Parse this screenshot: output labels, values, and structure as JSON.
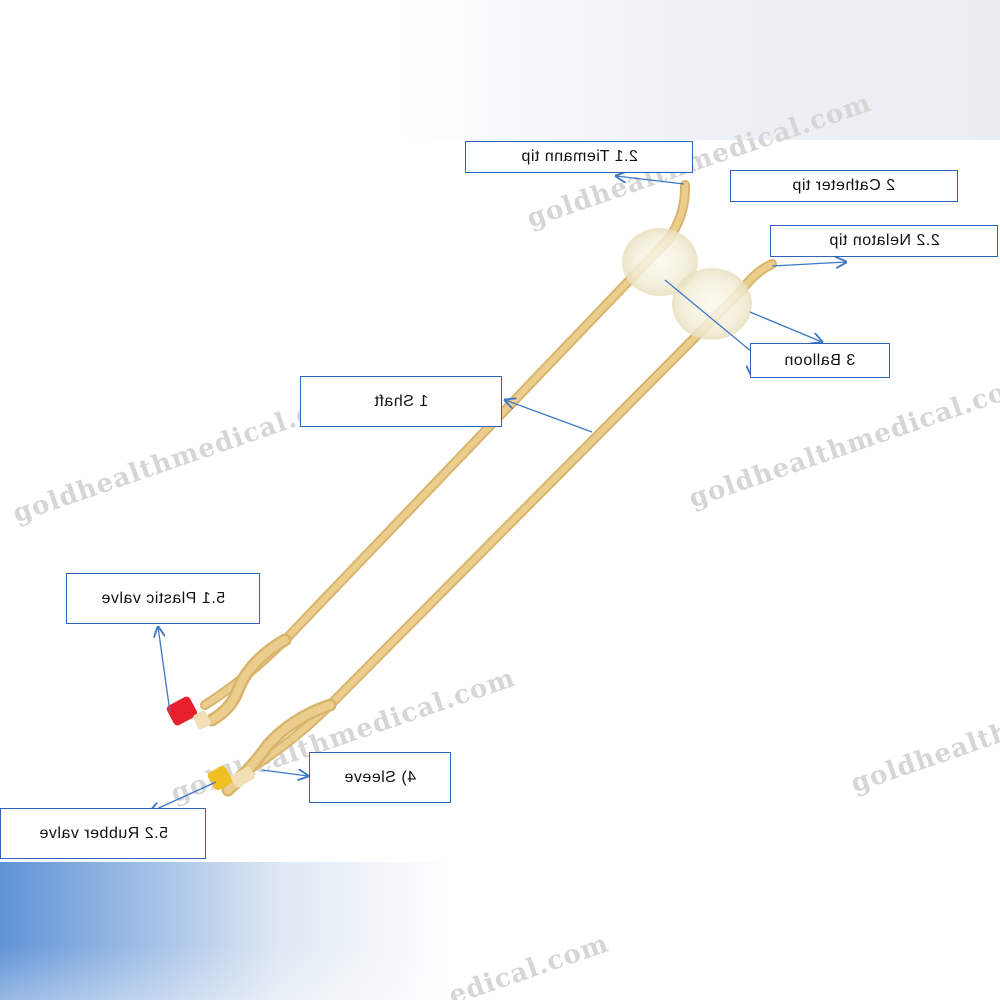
{
  "watermark": "goldhealthmedical.com",
  "watermark_partial": "goldhealthme",
  "watermark_bottom": "edical.com",
  "labels": {
    "tiemann_tip": "2.1 Tiemann tip",
    "catheter_tip": "2 Catheter tip",
    "nelaton_tip": "2.2 Nelaton tip",
    "balloon": "3 Balloon",
    "shaft": "1 Shaft",
    "plastic_valve": "5.1 Plastic valve",
    "sleeve": "4) Sleeve",
    "rubber_valve": "5.2 Rubber valve"
  },
  "colors": {
    "label_border": "#2f63b5",
    "arrow": "#3c78c8",
    "catheter_latex": "#e6c47e",
    "balloon": "#f3eed8",
    "plastic_valve": "#e8202c",
    "rubber_valve": "#f0c023",
    "watermark": "#d6d6d6",
    "band_blue": "#5f93d6"
  }
}
